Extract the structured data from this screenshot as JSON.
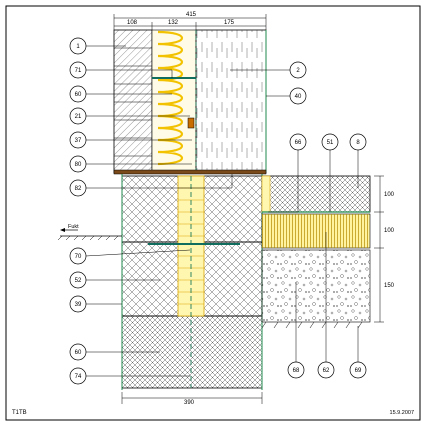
{
  "drawing": {
    "code": "T1TB",
    "date": "15.9.2007",
    "ground_label": "Fukt"
  },
  "dimensions": {
    "total_width": "415",
    "widths": [
      "108",
      "132",
      "175"
    ],
    "base_width": "390",
    "heights": [
      "100",
      "100",
      "150"
    ]
  },
  "callouts_left": [
    "1",
    "71",
    "60",
    "21",
    "37",
    "80",
    "82",
    "70",
    "52",
    "39",
    "60",
    "74"
  ],
  "callouts_top_right": [
    "2",
    "40",
    "66",
    "51",
    "8"
  ],
  "callouts_bottom_right": [
    "68",
    "62",
    "69"
  ]
}
